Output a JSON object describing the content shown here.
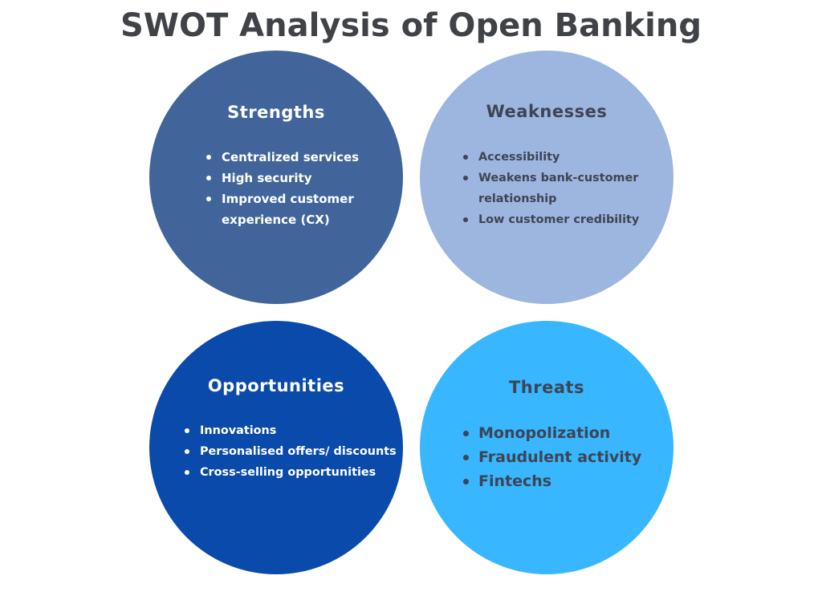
{
  "title": "SWOT Analysis of Open Banking",
  "colors": {
    "strengths_fill": "#41659b",
    "weaknesses_fill": "#9cb6e0",
    "opportunities_fill": "#0a4aab",
    "threats_fill": "#38b6ff",
    "title_text": "#3f4247",
    "light_text": "#ffffff",
    "dark_text": "#3f4452"
  },
  "quadrants": {
    "strengths": {
      "heading": "Strengths",
      "items": [
        "Centralized services",
        "High security",
        "Improved customer experience (CX)"
      ]
    },
    "weaknesses": {
      "heading": "Weaknesses",
      "items": [
        "Accessibility",
        "Weakens bank-customer relationship",
        "Low customer credibility"
      ]
    },
    "opportunities": {
      "heading": "Opportunities",
      "items": [
        "Innovations",
        "Personalised offers/ discounts",
        "Cross-selling opportunities"
      ]
    },
    "threats": {
      "heading": "Threats",
      "items": [
        "Monopolization",
        "Fraudulent activity",
        "Fintechs"
      ]
    }
  }
}
